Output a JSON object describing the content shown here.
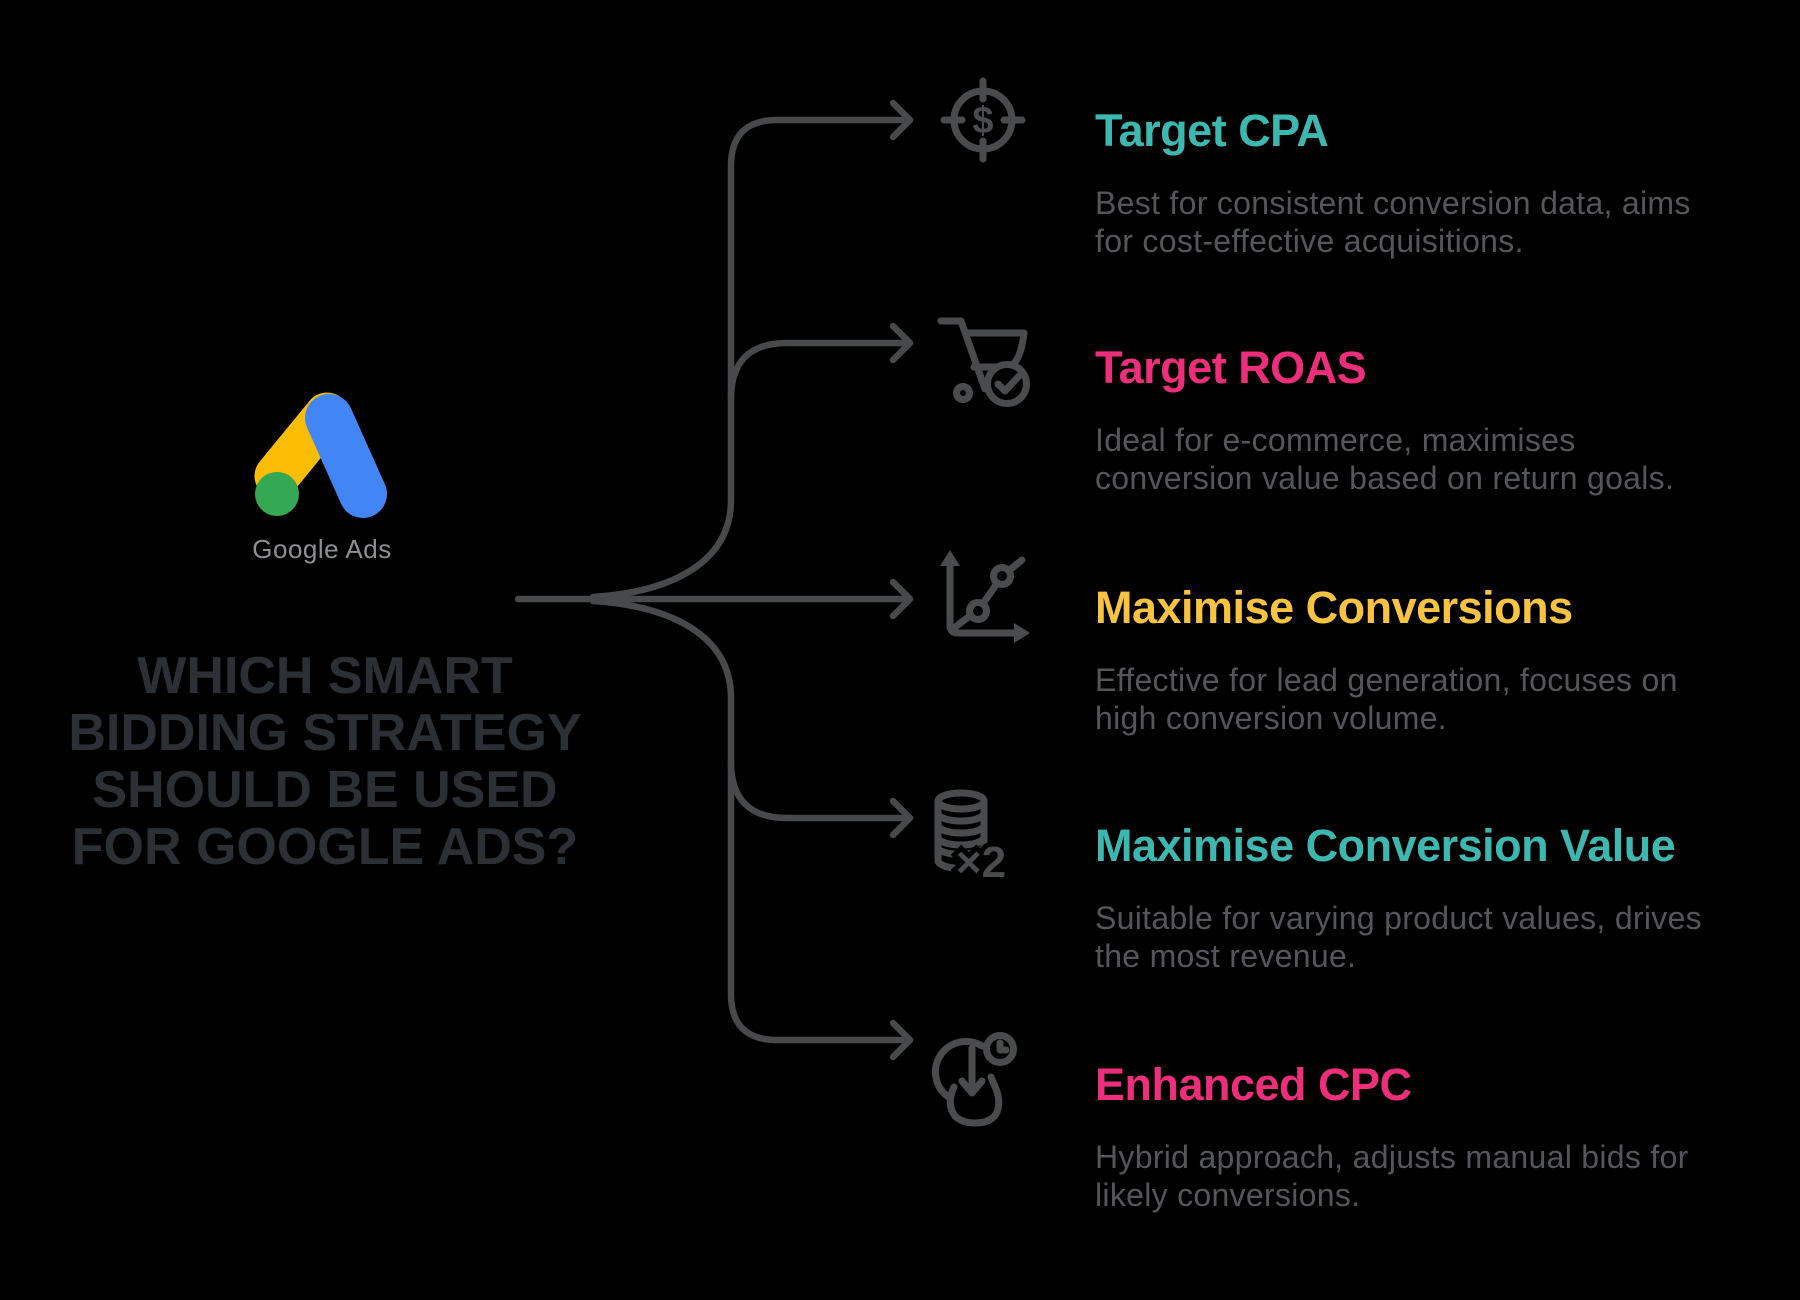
{
  "brand": {
    "logo_label": "Google Ads"
  },
  "question": {
    "line1": "WHICH SMART",
    "line2": "BIDDING STRATEGY",
    "line3": "SHOULD BE USED",
    "line4": "FOR GOOGLE ADS?"
  },
  "strategies": [
    {
      "title": "Target CPA",
      "title_color": "#3CB8B1",
      "icon": "target-dollar-icon",
      "desc_line1": "Best for consistent conversion data, aims",
      "desc_line2": "for cost-effective acquisitions."
    },
    {
      "title": "Target ROAS",
      "title_color": "#ED2E7B",
      "icon": "cart-check-icon",
      "desc_line1": "Ideal for e-commerce, maximises",
      "desc_line2": "conversion value based on return goals."
    },
    {
      "title": "Maximise Conversions",
      "title_color": "#F7C340",
      "icon": "growth-chart-icon",
      "desc_line1": "Effective for lead generation, focuses on",
      "desc_line2": "high conversion volume."
    },
    {
      "title": "Maximise Conversion Value",
      "title_color": "#3CB8B1",
      "icon": "coins-x2-icon",
      "desc_line1": "Suitable for varying product values, drives",
      "desc_line2": "the most revenue."
    },
    {
      "title": "Enhanced CPC",
      "title_color": "#ED2E7B",
      "icon": "click-clock-icon",
      "desc_line1": "Hybrid approach, adjusts manual bids for",
      "desc_line2": "likely conversions."
    }
  ],
  "icon_glyphs": {
    "dollar_symbol": "$",
    "multiplier_label": "×2"
  },
  "colors": {
    "background": "#000000",
    "line_gray": "#48494B",
    "description_gray": "#55565A",
    "question_charcoal": "#2C2F34",
    "logo_yellow": "#FBBC04",
    "logo_blue": "#4285F4",
    "logo_green": "#34A853",
    "teal": "#3CB8B1",
    "pink": "#ED2E7B",
    "yellow": "#F7C340"
  }
}
